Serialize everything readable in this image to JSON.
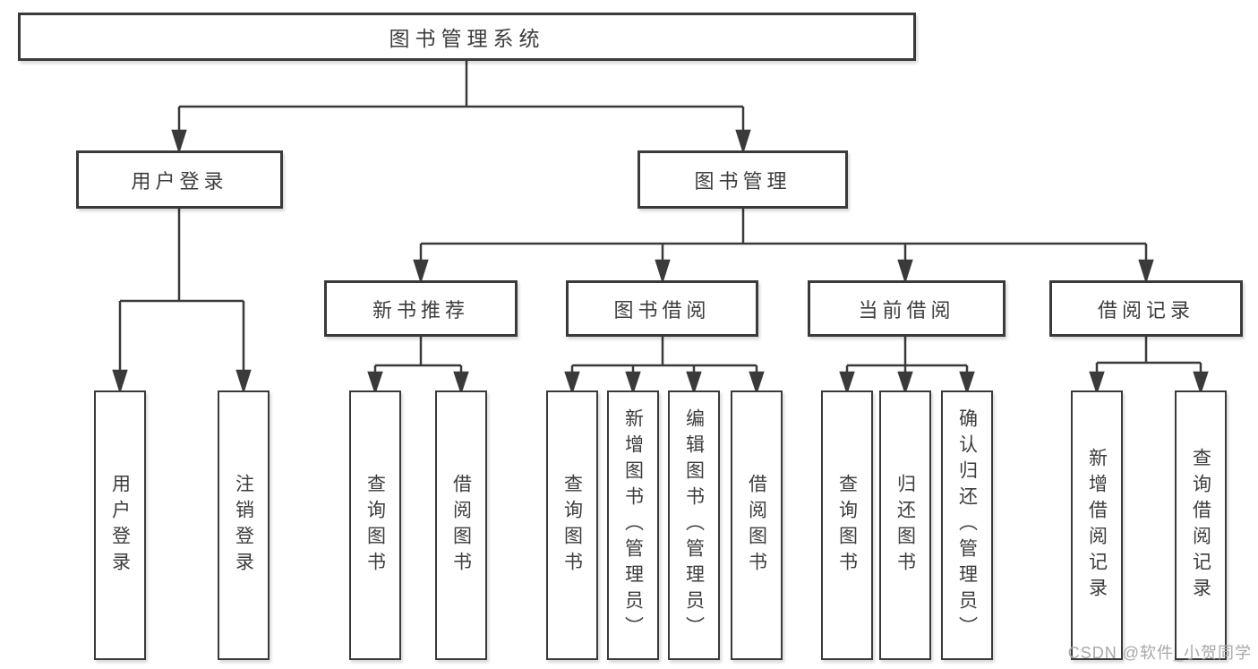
{
  "colors": {
    "line": "#3a3a3a",
    "text": "#3d3d3d",
    "watermark": "#a8a8a8",
    "background": "#ffffff"
  },
  "watermark": "CSDN @软件_小贺同学",
  "tree": {
    "label": "图书管理系统",
    "children": [
      {
        "label": "用户登录",
        "children": [
          {
            "label": "用户登录"
          },
          {
            "label": "注销登录"
          }
        ]
      },
      {
        "label": "图书管理",
        "children": [
          {
            "label": "新书推荐",
            "children": [
              {
                "label": "查询图书"
              },
              {
                "label": "借阅图书"
              }
            ]
          },
          {
            "label": "图书借阅",
            "children": [
              {
                "label": "查询图书"
              },
              {
                "label": "新增图书（管理员）"
              },
              {
                "label": "编辑图书（管理员）"
              },
              {
                "label": "借阅图书"
              }
            ]
          },
          {
            "label": "当前借阅",
            "children": [
              {
                "label": "查询图书"
              },
              {
                "label": "归还图书"
              },
              {
                "label": "确认归还（管理员）"
              }
            ]
          },
          {
            "label": "借阅记录",
            "children": [
              {
                "label": "新增借阅记录"
              },
              {
                "label": "查询借阅记录"
              }
            ]
          }
        ]
      }
    ]
  }
}
